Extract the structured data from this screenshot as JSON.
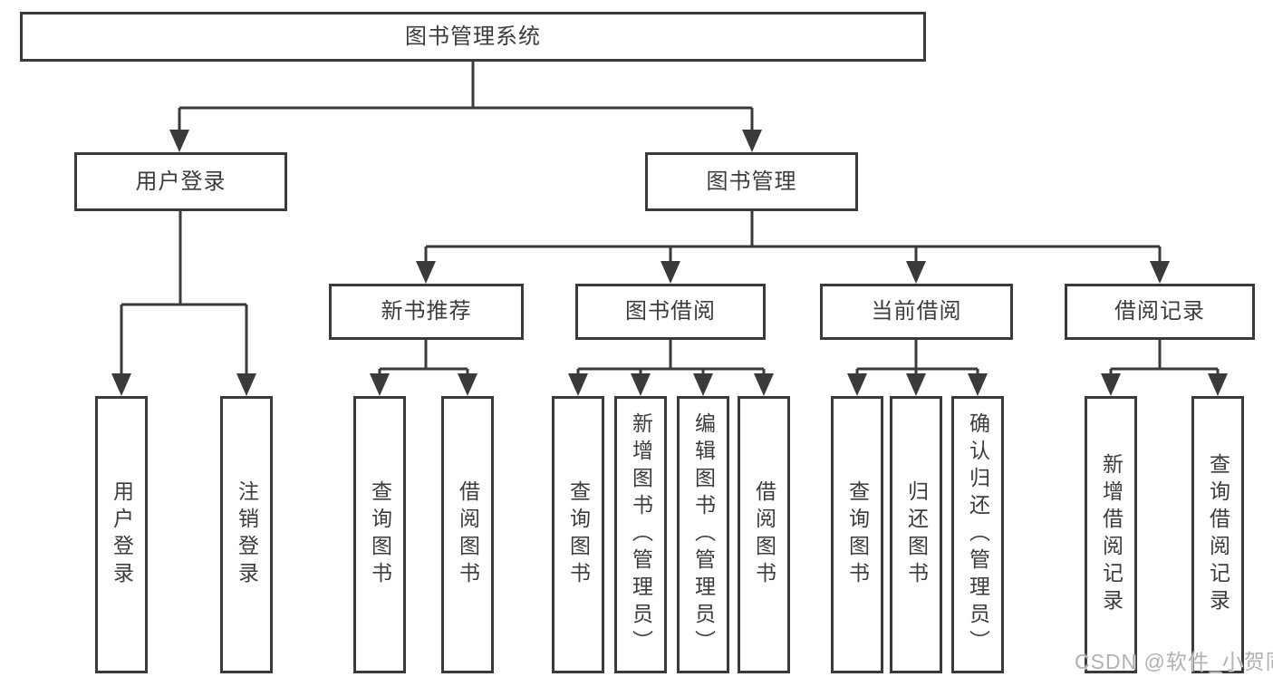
{
  "appearance": {
    "line_color": "#3a3a3a",
    "text_color": "#3c3c3c",
    "background": "#ffffff",
    "watermark_color": "#adadad"
  },
  "watermark": "CSDN @软件_小贺同学",
  "tree": {
    "root": "图书管理系统",
    "branches": [
      {
        "label": "用户登录",
        "children": [
          "用户登录",
          "注销登录"
        ]
      },
      {
        "label": "图书管理",
        "sections": [
          {
            "label": "新书推荐",
            "children": [
              "查询图书",
              "借阅图书"
            ]
          },
          {
            "label": "图书借阅",
            "children": [
              "查询图书",
              "新增图书（管理员）",
              "编辑图书（管理员）",
              "借阅图书"
            ]
          },
          {
            "label": "当前借阅",
            "children": [
              "查询图书",
              "归还图书",
              "确认归还（管理员）"
            ]
          },
          {
            "label": "借阅记录",
            "children": [
              "新增借阅记录",
              "查询借阅记录"
            ]
          }
        ]
      }
    ]
  }
}
